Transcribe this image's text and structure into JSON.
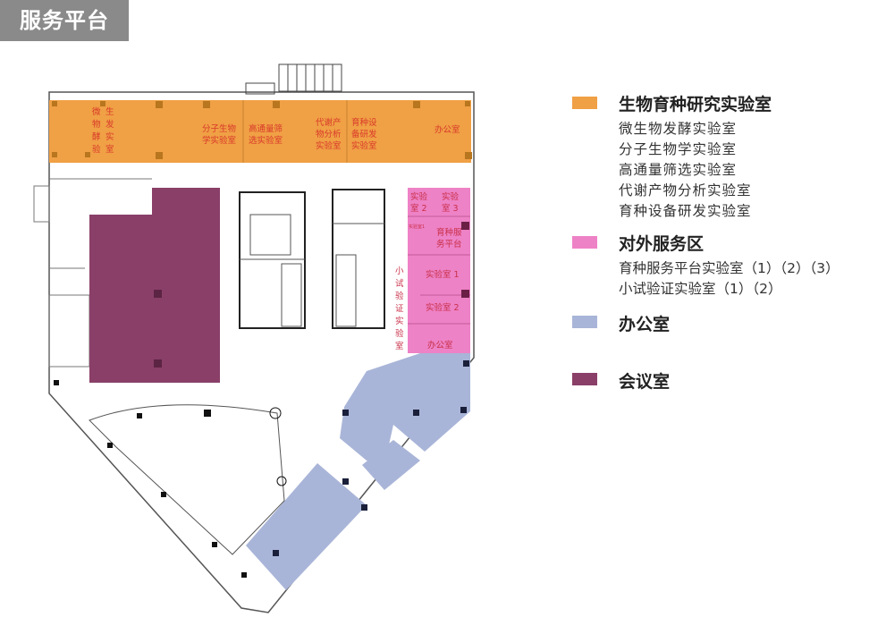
{
  "title": "服务平台",
  "plan": {
    "orange_labels": {
      "r1a": "微",
      "r1b": "生",
      "r1c": "物",
      "r1d": "发",
      "r1e": "酵",
      "r1f": "实",
      "r1g": "验",
      "r1h": "室",
      "r2a": "分子生物",
      "r2b": "学实验室",
      "r3a": "高通量筛",
      "r3b": "选实验室",
      "r4a": "代谢产",
      "r4b": "物分析",
      "r4c": "实验室",
      "r5a": "育种设",
      "r5b": "备研发",
      "r5c": "实验室",
      "r6": "办公室"
    },
    "pink_labels": {
      "lab2a": "实验",
      "lab2b": "室 2",
      "lab3a": "实验",
      "lab3b": "室 3",
      "lab1s": "实验室1",
      "svc_a": "育种服",
      "svc_b": "务平台",
      "lab1": "实验室 1",
      "lab2": "实验室 2",
      "office": "办公室",
      "pilot": [
        "小",
        "试",
        "验",
        "证",
        "实",
        "验",
        "室"
      ]
    }
  },
  "legend": [
    {
      "heading": "生物育种研究实验室",
      "color": "#F0A045",
      "items": [
        "微生物发酵实验室",
        "分子生物学实验室",
        "高通量筛选实验室",
        "代谢产物分析实验室",
        "育种设备研发实验室"
      ]
    },
    {
      "heading": "对外服务区",
      "color": "#EE82C6",
      "items": [
        "育种服务平台实验室（1）（2）（3）",
        "小试验证实验室（1）（2）"
      ]
    },
    {
      "heading": "办公室",
      "color": "#A9B5D8",
      "items": []
    },
    {
      "heading": "会议室",
      "color": "#8A3F68",
      "items": []
    }
  ]
}
